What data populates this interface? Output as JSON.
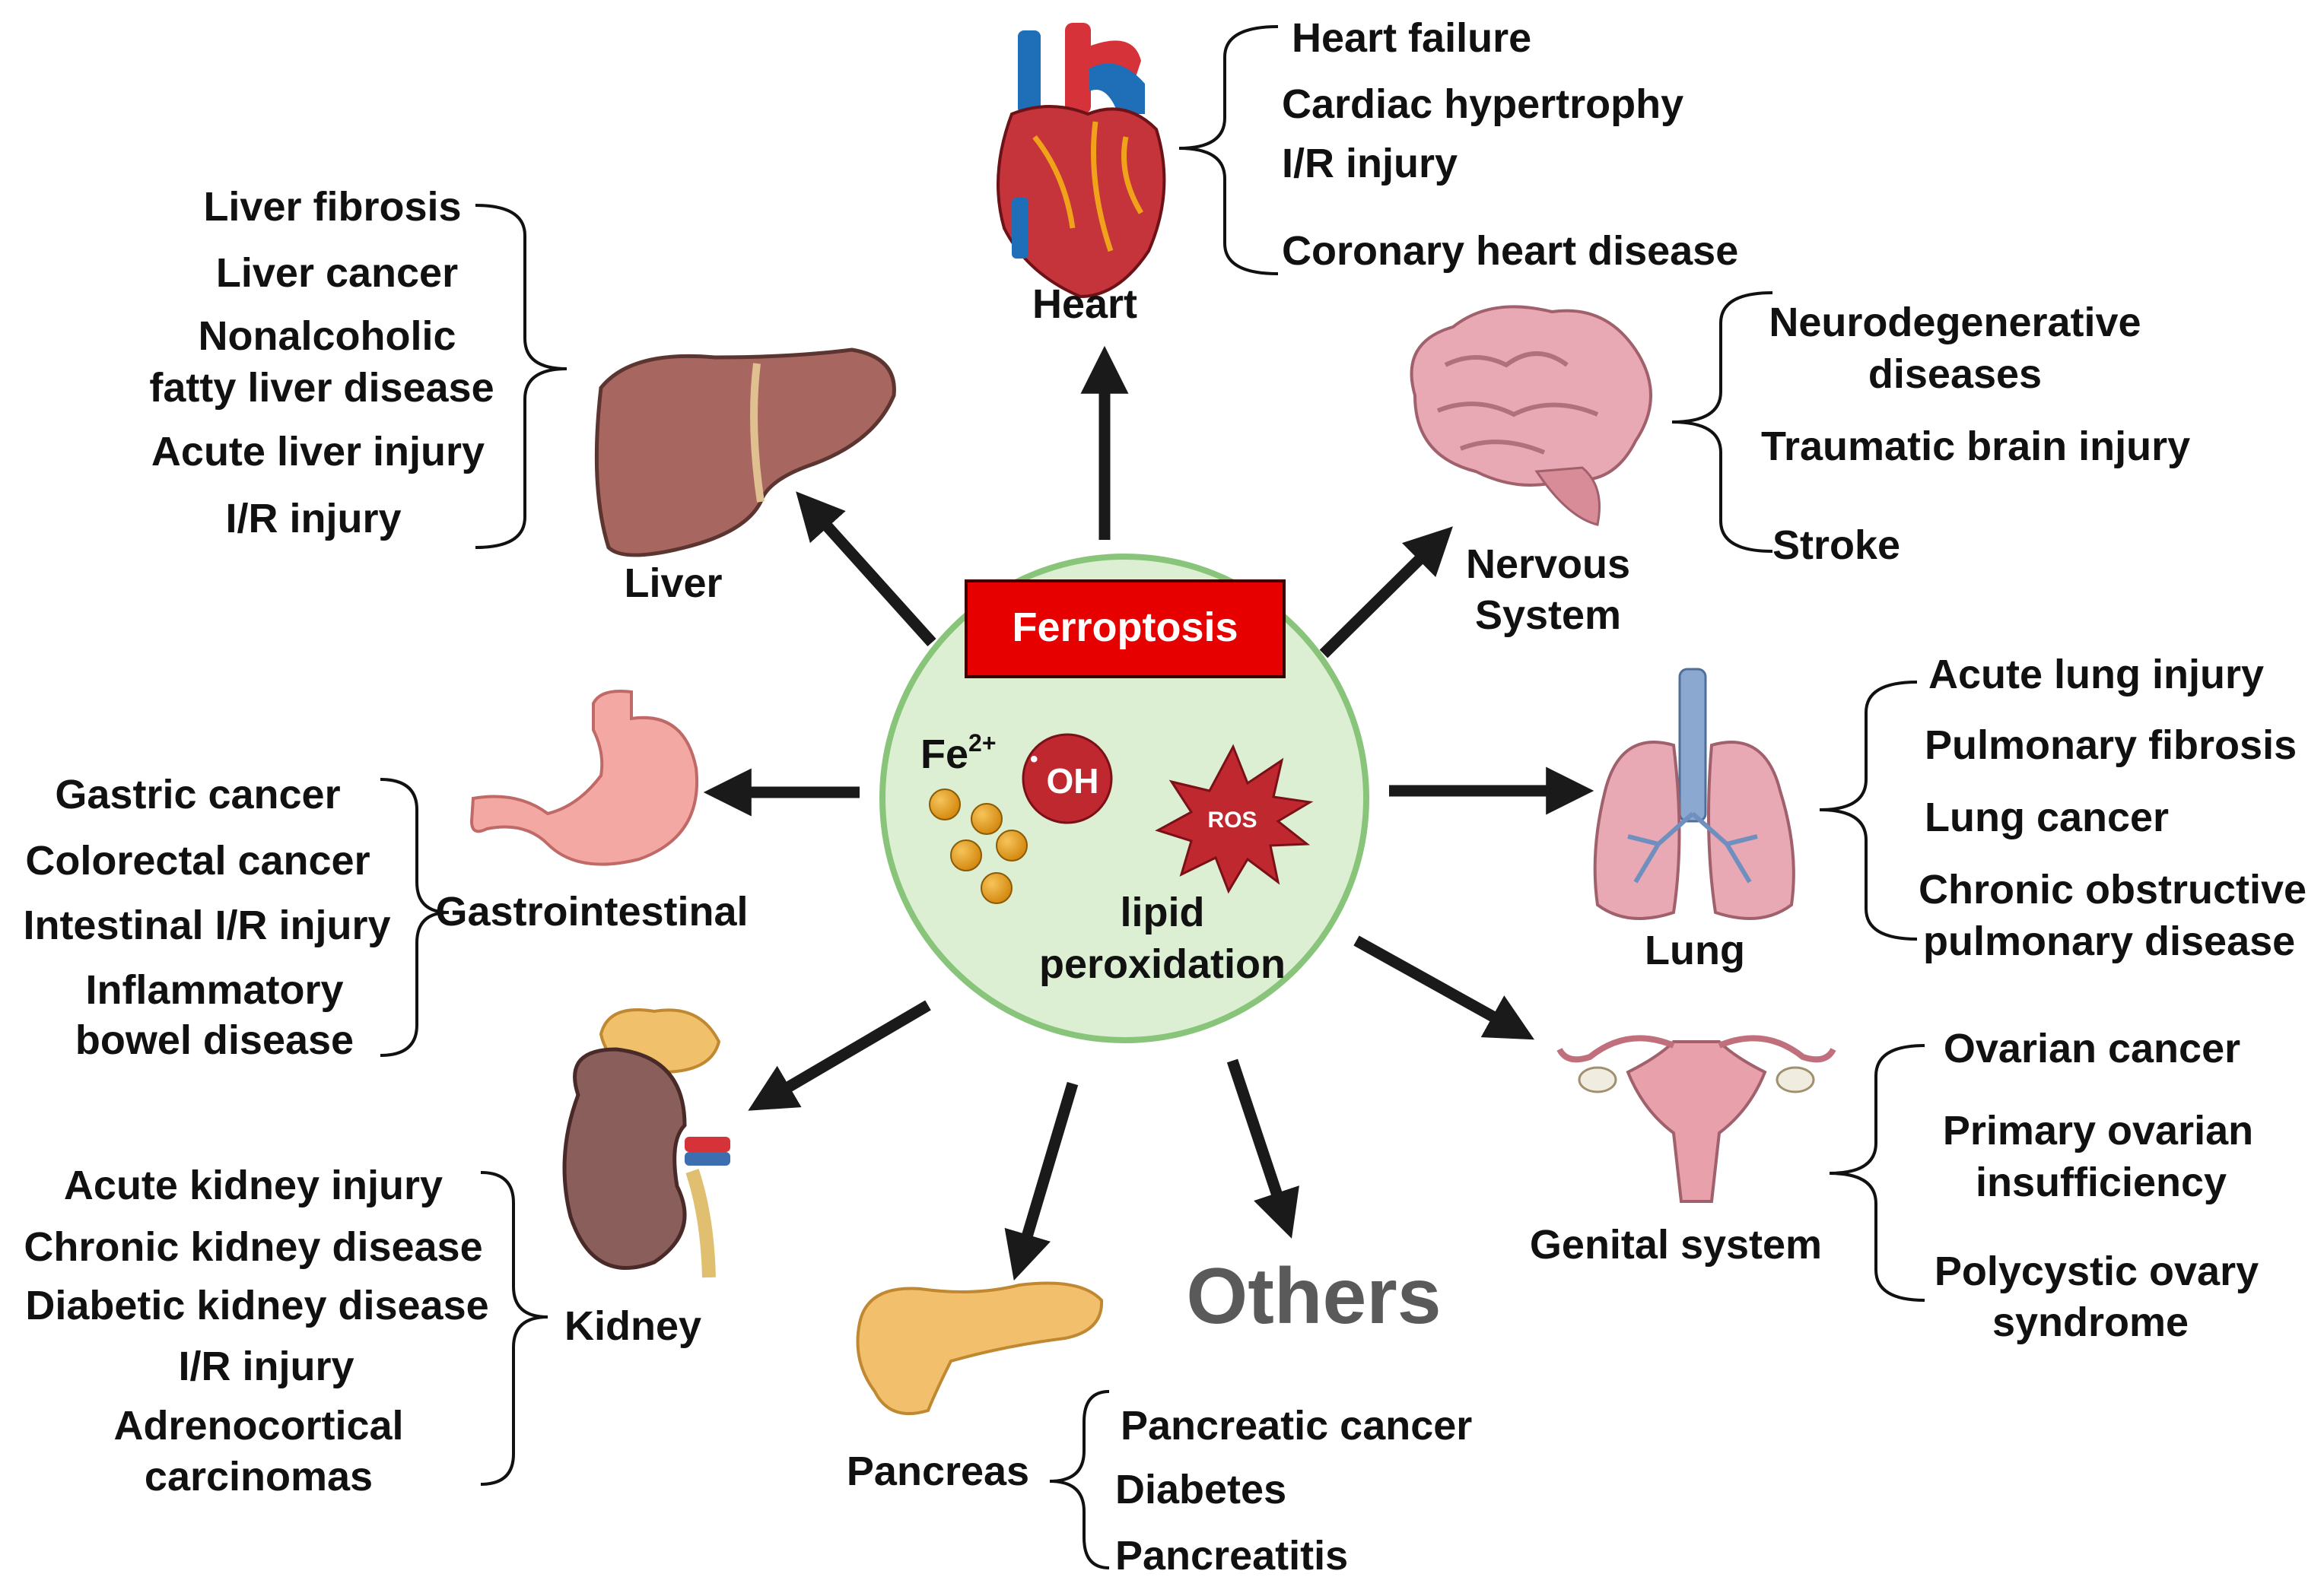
{
  "center": {
    "title": "Ferroptosis",
    "fe_base": "Fe",
    "fe_sup": "2+",
    "oh_dot": "•",
    "oh_label": "OH",
    "ros_label": "ROS",
    "lipid_line1": "lipid",
    "lipid_line2": "peroxidation"
  },
  "organs": {
    "heart": {
      "label": "Heart",
      "diseases": [
        "Heart failure",
        "Cardiac hypertrophy",
        "I/R injury",
        "Coronary heart disease"
      ]
    },
    "nervous": {
      "label_line1": "Nervous",
      "label_line2": "System",
      "diseases": [
        "Neurodegenerative",
        "diseases",
        "Traumatic brain injury",
        "Stroke"
      ]
    },
    "lung": {
      "label": "Lung",
      "diseases": [
        "Acute lung injury",
        "Pulmonary fibrosis",
        "Lung cancer",
        "Chronic obstructive",
        "pulmonary disease"
      ]
    },
    "genital": {
      "label": "Genital system",
      "diseases": [
        "Ovarian cancer",
        "Primary ovarian",
        "insufficiency",
        "Polycystic ovary",
        "syndrome"
      ]
    },
    "others": {
      "label": "Others"
    },
    "pancreas": {
      "label": "Pancreas",
      "diseases": [
        "Pancreatic cancer",
        "Diabetes",
        "Pancreatitis"
      ]
    },
    "kidney": {
      "label": "Kidney",
      "diseases": [
        "Acute kidney injury",
        "Chronic kidney disease",
        "Diabetic kidney disease",
        "I/R injury",
        "Adrenocortical",
        "carcinomas"
      ]
    },
    "gi": {
      "label": "Gastrointestinal",
      "diseases": [
        "Gastric cancer",
        "Colorectal cancer",
        "Intestinal I/R injury",
        "Inflammatory",
        "bowel disease"
      ]
    },
    "liver": {
      "label": "Liver",
      "diseases": [
        "Liver fibrosis",
        "Liver cancer",
        "Nonalcoholic",
        "fatty liver disease",
        "Acute liver injury",
        "I/R injury"
      ]
    }
  },
  "colors": {
    "circle_fill": "#dcefd2",
    "circle_stroke": "#88c57a",
    "banner": "#e60000",
    "iron": "#e59a1a",
    "ros": "#c0282f",
    "arrow": "#1a1a1a",
    "others_text": "#5a5a5a"
  }
}
